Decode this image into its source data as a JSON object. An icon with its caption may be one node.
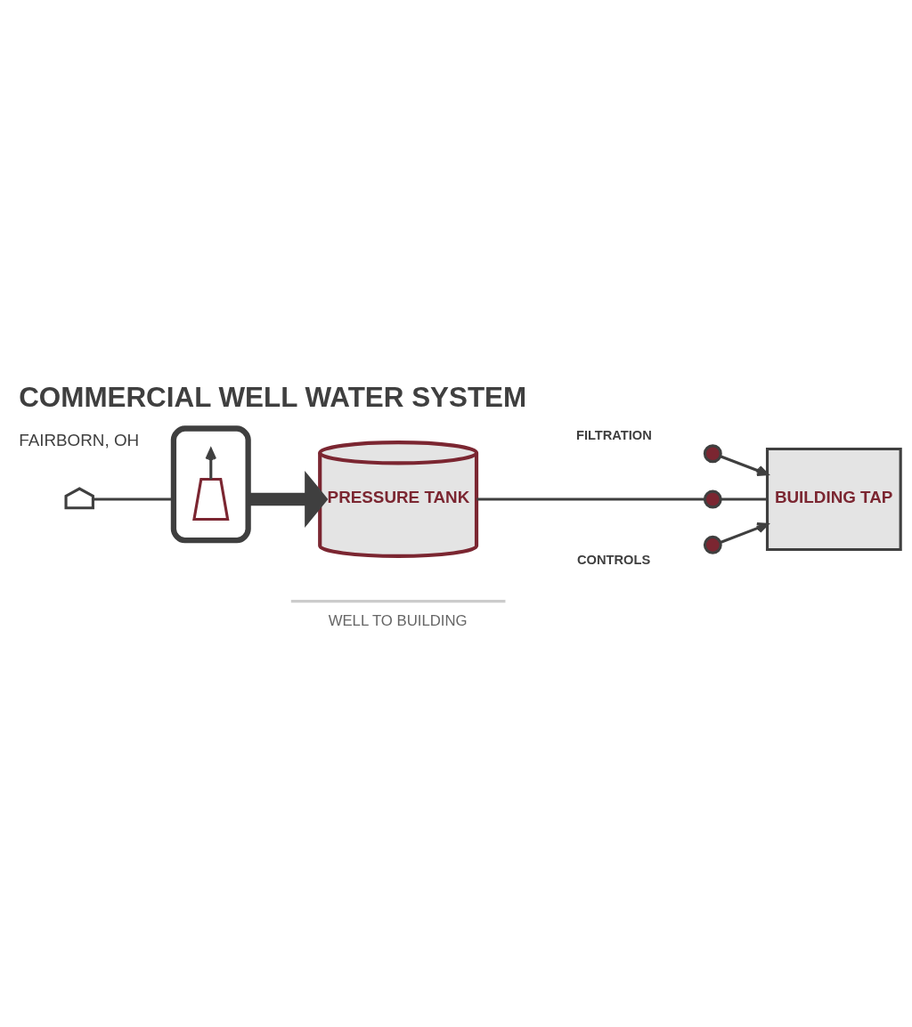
{
  "diagram": {
    "title": "COMMERCIAL WELL WATER SYSTEM",
    "caption": "WELL TO BUILDING",
    "nodes": [
      {
        "text": [],
        "shape": "picture"
      },
      {
        "text": [],
        "shape": "picture"
      },
      {
        "text": [],
        "shape": "picture",
        "in": 1
      },
      {
        "text": [
          "PRESSURE TANK"
        ]
      },
      {
        "text": [],
        "shape": "circle"
      },
      {
        "text": [],
        "shape": "circle"
      },
      {
        "text": [],
        "shape": "circle"
      },
      {
        "text": [
          "BUILDING TAP"
        ]
      }
    ],
    "edges": [
      {
        "from": 0,
        "to": 1,
        "arrow": "none"
      },
      {
        "from": 2,
        "to": null,
        "arrow": "to"
      },
      {
        "from": 1,
        "to": 3,
        "arrow": "to",
        "style": "thick"
      },
      {
        "from": 3,
        "to": 5,
        "arrow": "none"
      },
      {
        "from": 5,
        "to": 7,
        "arrow": "none"
      },
      {
        "from": 4,
        "to": 7,
        "arrow": "to"
      },
      {
        "from": 6,
        "to": 7,
        "arrow": "to"
      }
    ],
    "labels": [
      "FAIRBORN, OH",
      "FILTRATION",
      "CONTROLS"
    ]
  }
}
